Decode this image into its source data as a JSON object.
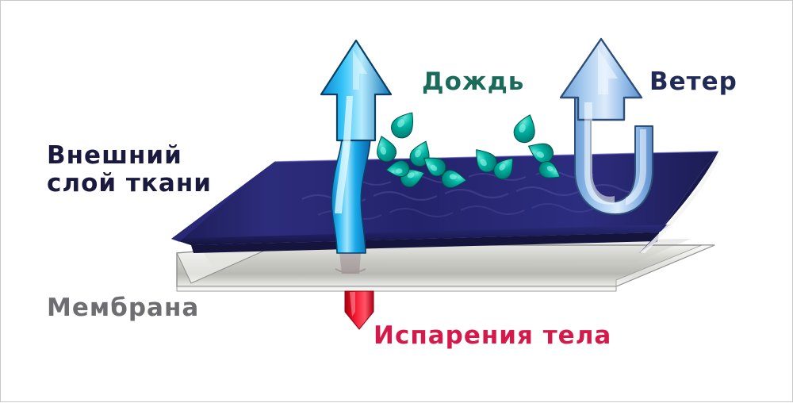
{
  "diagram": {
    "title": "Membrane fabric layers cross-section",
    "background_color": "#ffffff",
    "border_color": "#c9c9c9"
  },
  "labels": {
    "outer_fabric": "Внешний\nслой ткани",
    "membrane": "Мембрана",
    "rain": "Дождь",
    "wind": "Ветер",
    "body_vapor": "Испарения тела"
  },
  "colors": {
    "outer_fabric_label": "#1a1a3e",
    "membrane_label": "#6d6d72",
    "rain_label": "#1b6b5a",
    "wind_label": "#1f2a56",
    "vapor_label": "#d41a4a",
    "fabric_slab_top": "#2a2a74",
    "fabric_slab_side": "#1a1a52",
    "membrane_slab": "#d8d8d4",
    "vapor_arrow": "#00a9f0",
    "wind_arrow": "#7fb4e8",
    "droplet": "#00978c",
    "red_arrow": "#e8112b"
  },
  "elements": {
    "vapor_arrow": {
      "name": "Испарения тела",
      "direction": "up",
      "color": "#00a9f0",
      "passes_through": "membrane and outer fabric"
    },
    "wind_arrow": {
      "name": "Ветер",
      "direction": "up-and-deflected",
      "color": "#7fb4e8",
      "shape": "u-turn bounce"
    },
    "red_arrow": {
      "name": "Испарения тела source",
      "direction": "down",
      "color": "#e8112b"
    },
    "droplets": {
      "name": "Дождь",
      "count": 11,
      "color": "#00978c",
      "behavior": "repelled by outer fabric"
    },
    "layers": [
      {
        "name": "Внешний слой ткани",
        "color": "#2a2a74",
        "order": 1
      },
      {
        "name": "Мембрана",
        "color": "#d8d8d4",
        "order": 2
      }
    ]
  }
}
